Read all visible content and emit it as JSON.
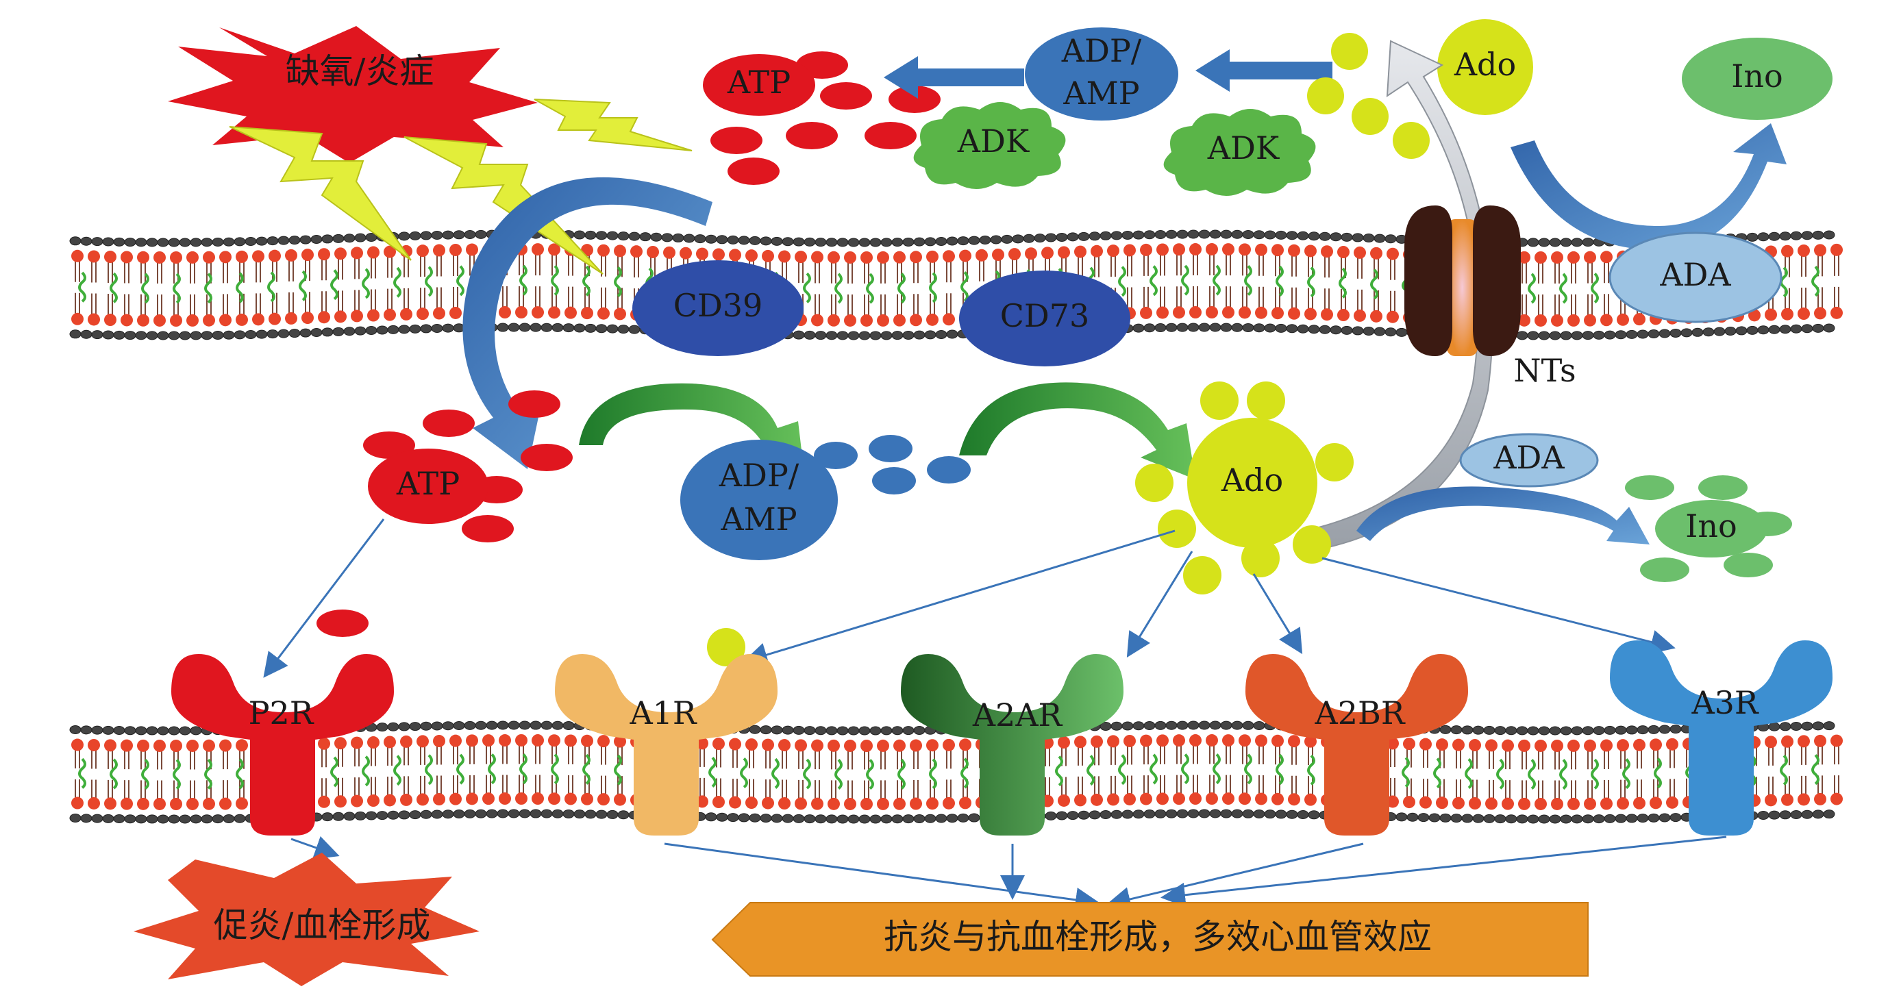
{
  "labels": {
    "hypoxia": "缺氧/炎症",
    "atp_top": "ATP",
    "adp_amp_top": "ADP/\nAMP",
    "adp_amp_top_l1": "ADP/",
    "adp_amp_top_l2": "AMP",
    "adk_left": "ADK",
    "adk_right": "ADK",
    "ado_top": "Ado",
    "ino_top": "Ino",
    "ada_top": "ADA",
    "cd39": "CD39",
    "cd73": "CD73",
    "nts": "NTs",
    "atp_mid": "ATP",
    "adp_amp_mid_l1": "ADP/",
    "adp_amp_mid_l2": "AMP",
    "ado_mid": "Ado",
    "ada_mid": "ADA",
    "ino_mid": "Ino",
    "p2r": "P2R",
    "a1r": "A1R",
    "a2ar": "A2AR",
    "a2br": "A2BR",
    "a3r": "A3R",
    "pro": "促炎/血栓形成",
    "anti": "抗炎与抗血栓形成，多效心血管效应"
  },
  "colors": {
    "atp": "#e0161f",
    "adp": "#3a74b8",
    "ado": "#d6e21a",
    "adk": "#5ab548",
    "ino": "#6cbf6c",
    "ada": "#9cc3e3",
    "cd": "#2f4ea8",
    "p2r": "#e0161f",
    "a1r": "#f1b865",
    "a2ar": "#3f9f3f",
    "a2br": "#e0572a",
    "a3r": "#3d8fd1",
    "pro": "#e44a2a",
    "anti": "#e99426",
    "bolt": "#e2ee3a"
  }
}
